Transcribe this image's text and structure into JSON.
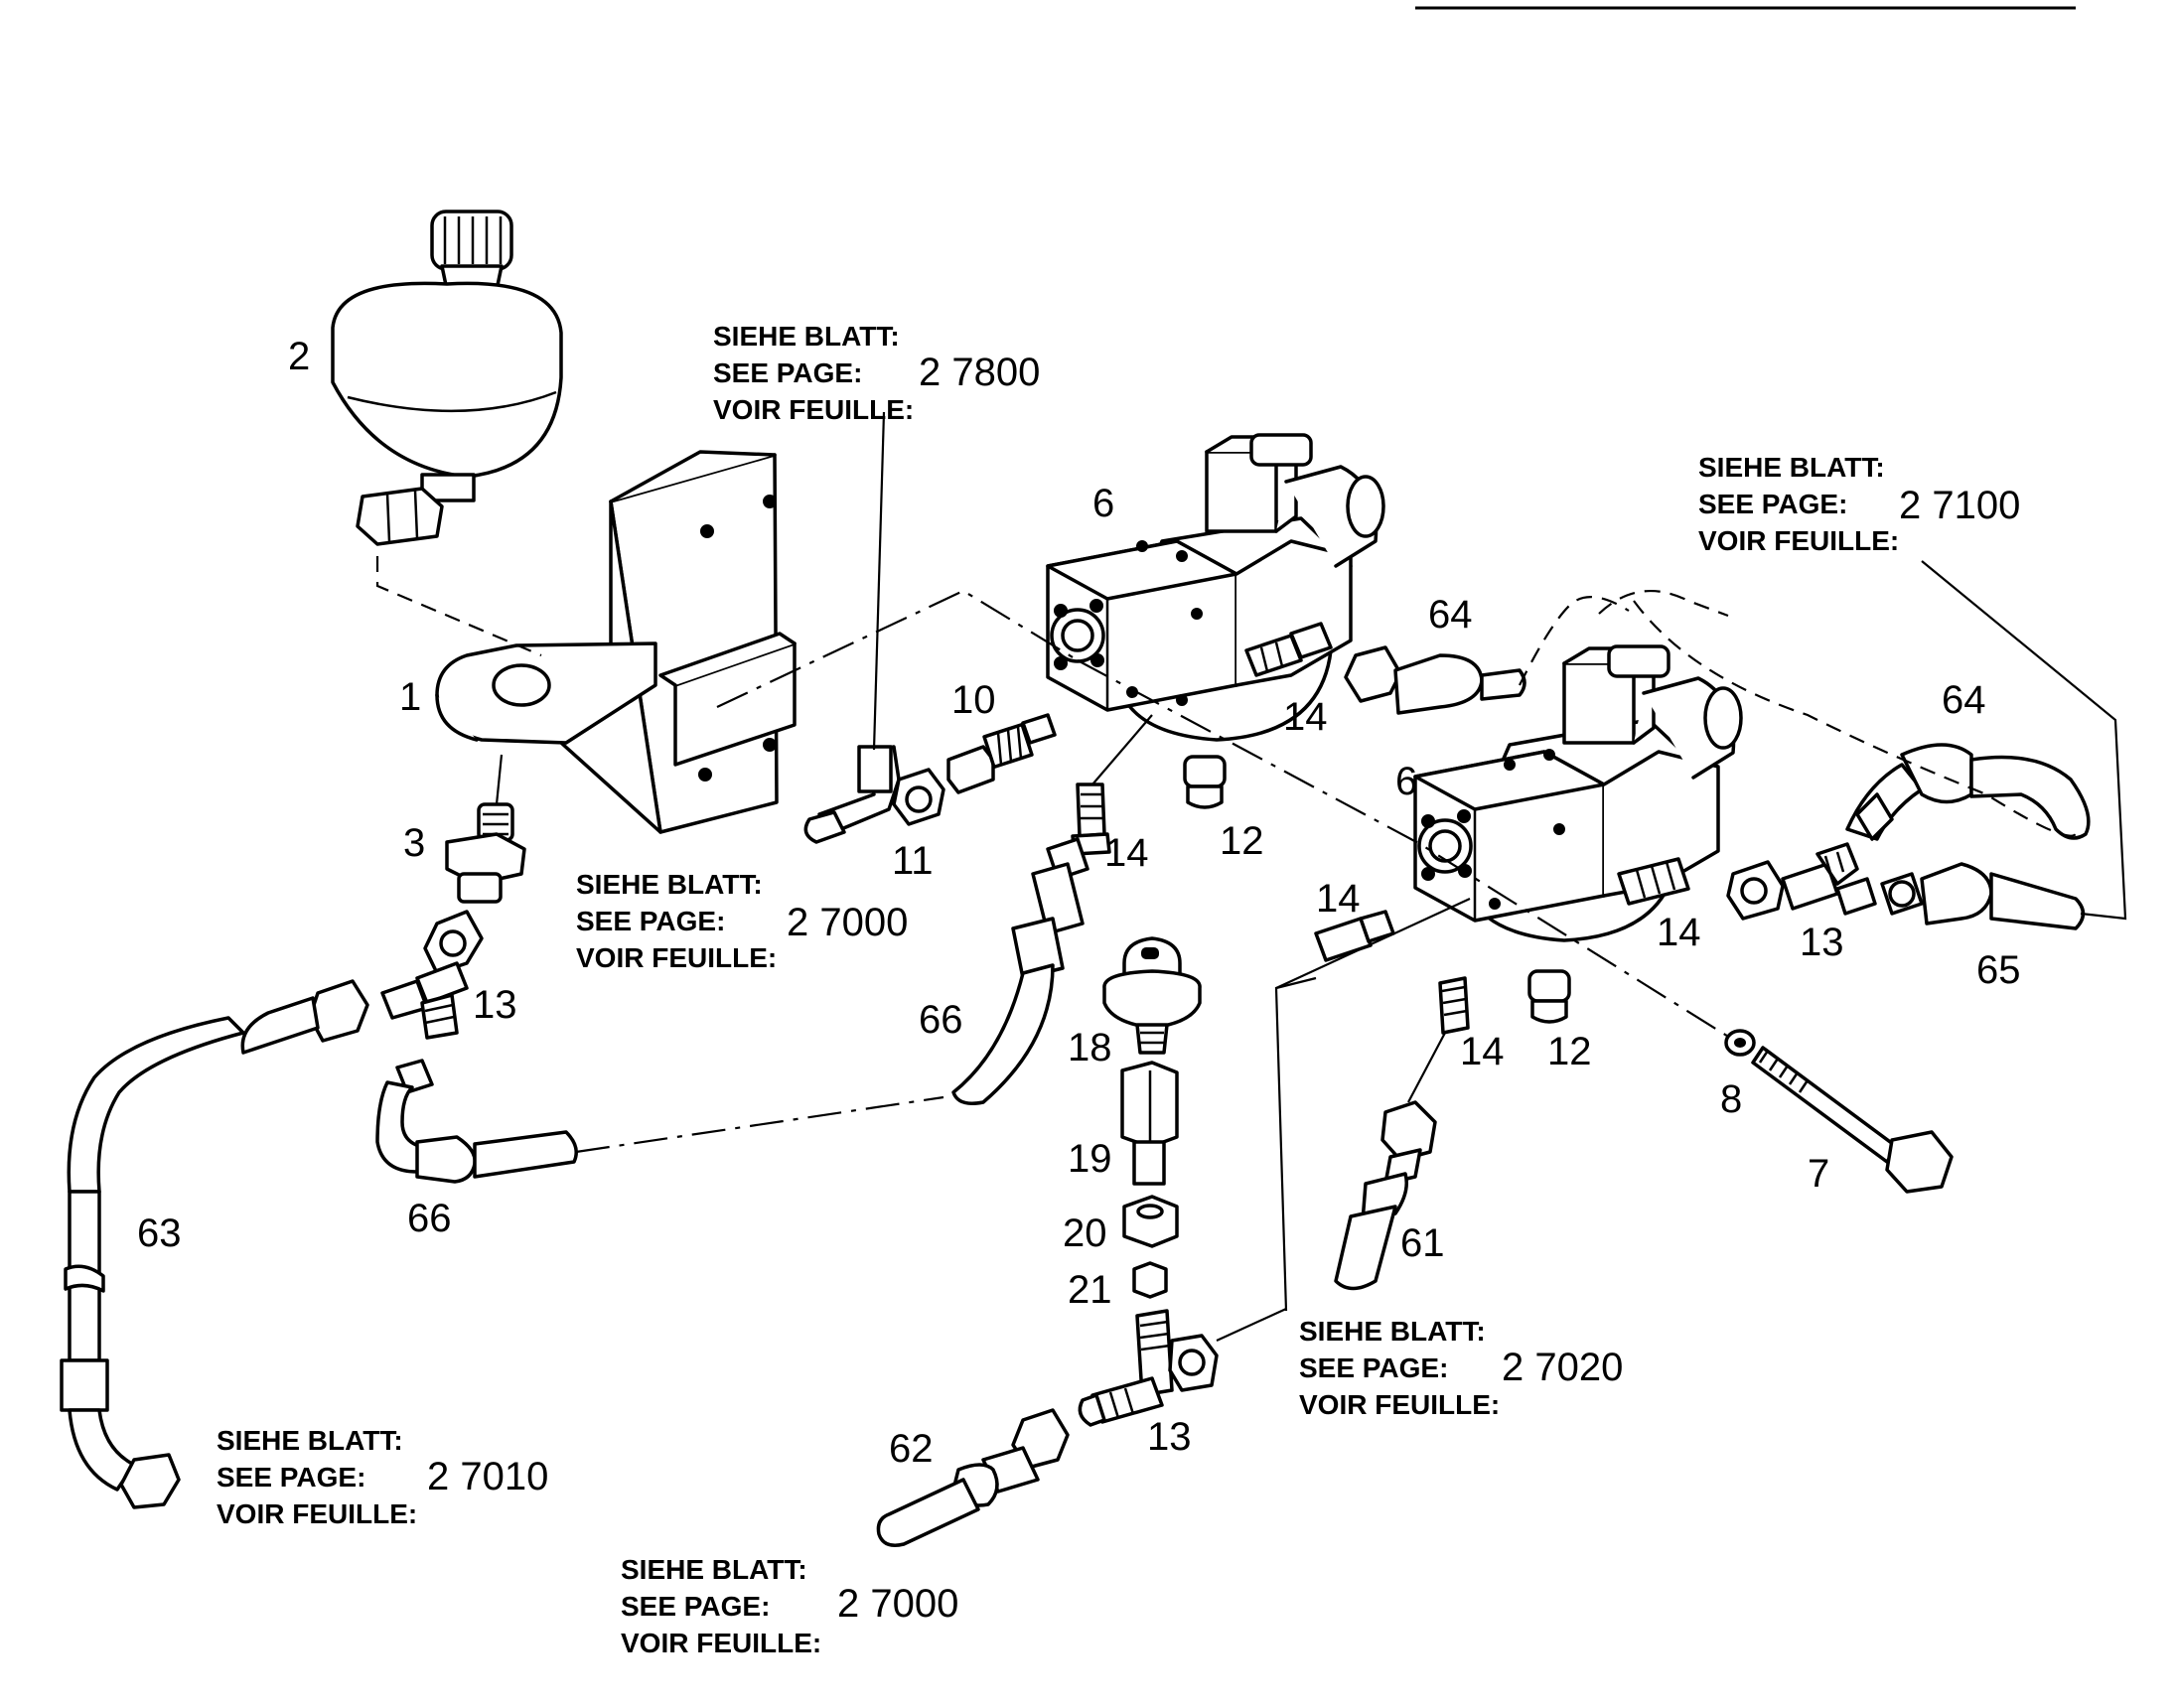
{
  "callouts": {
    "c1": "1",
    "c2": "2",
    "c3": "3",
    "c6a": "6",
    "c6b": "6",
    "c7": "7",
    "c8": "8",
    "c10": "10",
    "c11": "11",
    "c12a": "12",
    "c12b": "12",
    "c13a": "13",
    "c13b": "13",
    "c13c": "13",
    "c14a": "14",
    "c14b": "14",
    "c14c": "14",
    "c14d": "14",
    "c14e": "14",
    "c18": "18",
    "c19": "19",
    "c20": "20",
    "c21": "21",
    "c61": "61",
    "c62": "62",
    "c63": "63",
    "c64a": "64",
    "c64b": "64",
    "c65": "65",
    "c66a": "66",
    "c66b": "66"
  },
  "ref_lines": {
    "siehe": "SIEHE BLATT:",
    "see": "SEE PAGE:",
    "voir": "VOIR FEUILLE:"
  },
  "references": {
    "r27800": "2 7800",
    "r27000a": "2 7000",
    "r27100": "2 7100",
    "r27010": "2 7010",
    "r27020": "2 7020",
    "r27000b": "2 7000"
  },
  "colors": {
    "ink": "#000000",
    "paper": "#ffffff"
  }
}
